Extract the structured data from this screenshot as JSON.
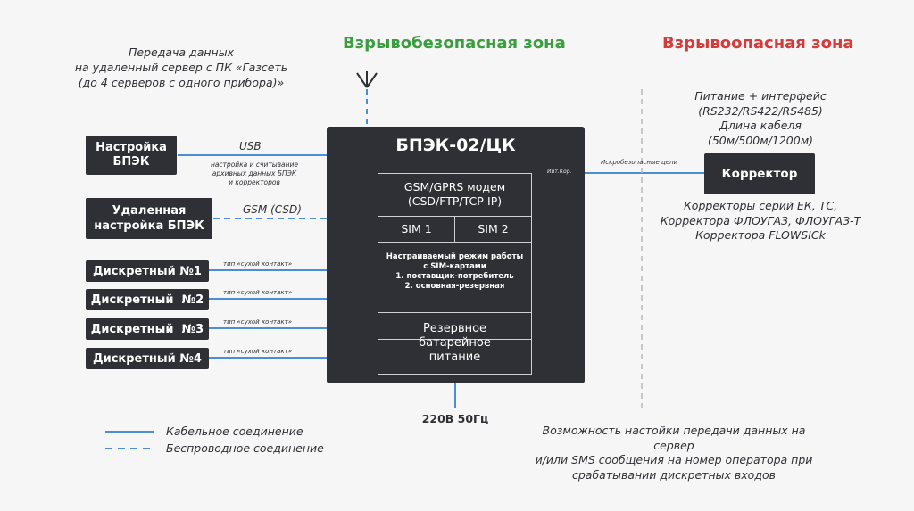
{
  "zones": {
    "safe": "Взрывобезопасная зона",
    "hazard": "Взрывоопасная зона",
    "safe_color": "#3a9d3f",
    "hazard_color": "#d63b3b"
  },
  "top_left_note": "Передача данных\nна удаленный сервер с ПК «Газсеть\n(до 4 серверов с одного прибора)»",
  "left_boxes": {
    "setup": "Настройка\nБПЭК",
    "remote_setup": "Удаленная\nнастройка БПЭК",
    "discrete_1": "Дискретный №1",
    "discrete_2": "Дискретный  №2",
    "discrete_3": "Дискретный  №3",
    "discrete_4": "Дискретный №4"
  },
  "link_labels": {
    "usb": "USB",
    "usb_note": "настройка и считывание\nархивных данных БПЭК\nи корректоров",
    "gsm": "GSM (CSD)",
    "dry_contact": "тип «сухой контакт»"
  },
  "main_unit": {
    "title": "БПЭК-02/ЦК",
    "intrinsic_label": "Иит.Кор.",
    "modem": "GSM/GPRS модем\n(CSD/FTP/TCP-IP)",
    "sim1": "SIM 1",
    "sim2": "SIM 2",
    "sim_mode": "Настраиваемый режим работы\nс SIM-картами\n1. поставщик-потребитель\n2. основная-резервная",
    "battery": "Резервное\nбатарейное\nпитание",
    "power": "220В 50Гц"
  },
  "right": {
    "power_note": "Питание + интерфейс\n(RS232/RS422/RS485)\nДлина кабеля\n(50м/500м/1200м)",
    "link_label": "Искробезопасные цепи",
    "corrector": "Корректор",
    "corrector_types": "Корректоры серий ЕК, ТС,\nКорректора ФЛОУГАЗ, ФЛОУГАЗ-Т\nКорректора FLOWSICk"
  },
  "bottom_note": "Возможность настойки передачи данных на сервер\nи/или SMS сообщения на номер оператора при\nсрабатывании дискретных входов",
  "legend": {
    "cable": "Кабельное соединение",
    "wireless": "Беспроводное соединение"
  },
  "colors": {
    "line": "#4a8fd6",
    "box": "#2f3035",
    "divider": "#b9b9b9"
  }
}
